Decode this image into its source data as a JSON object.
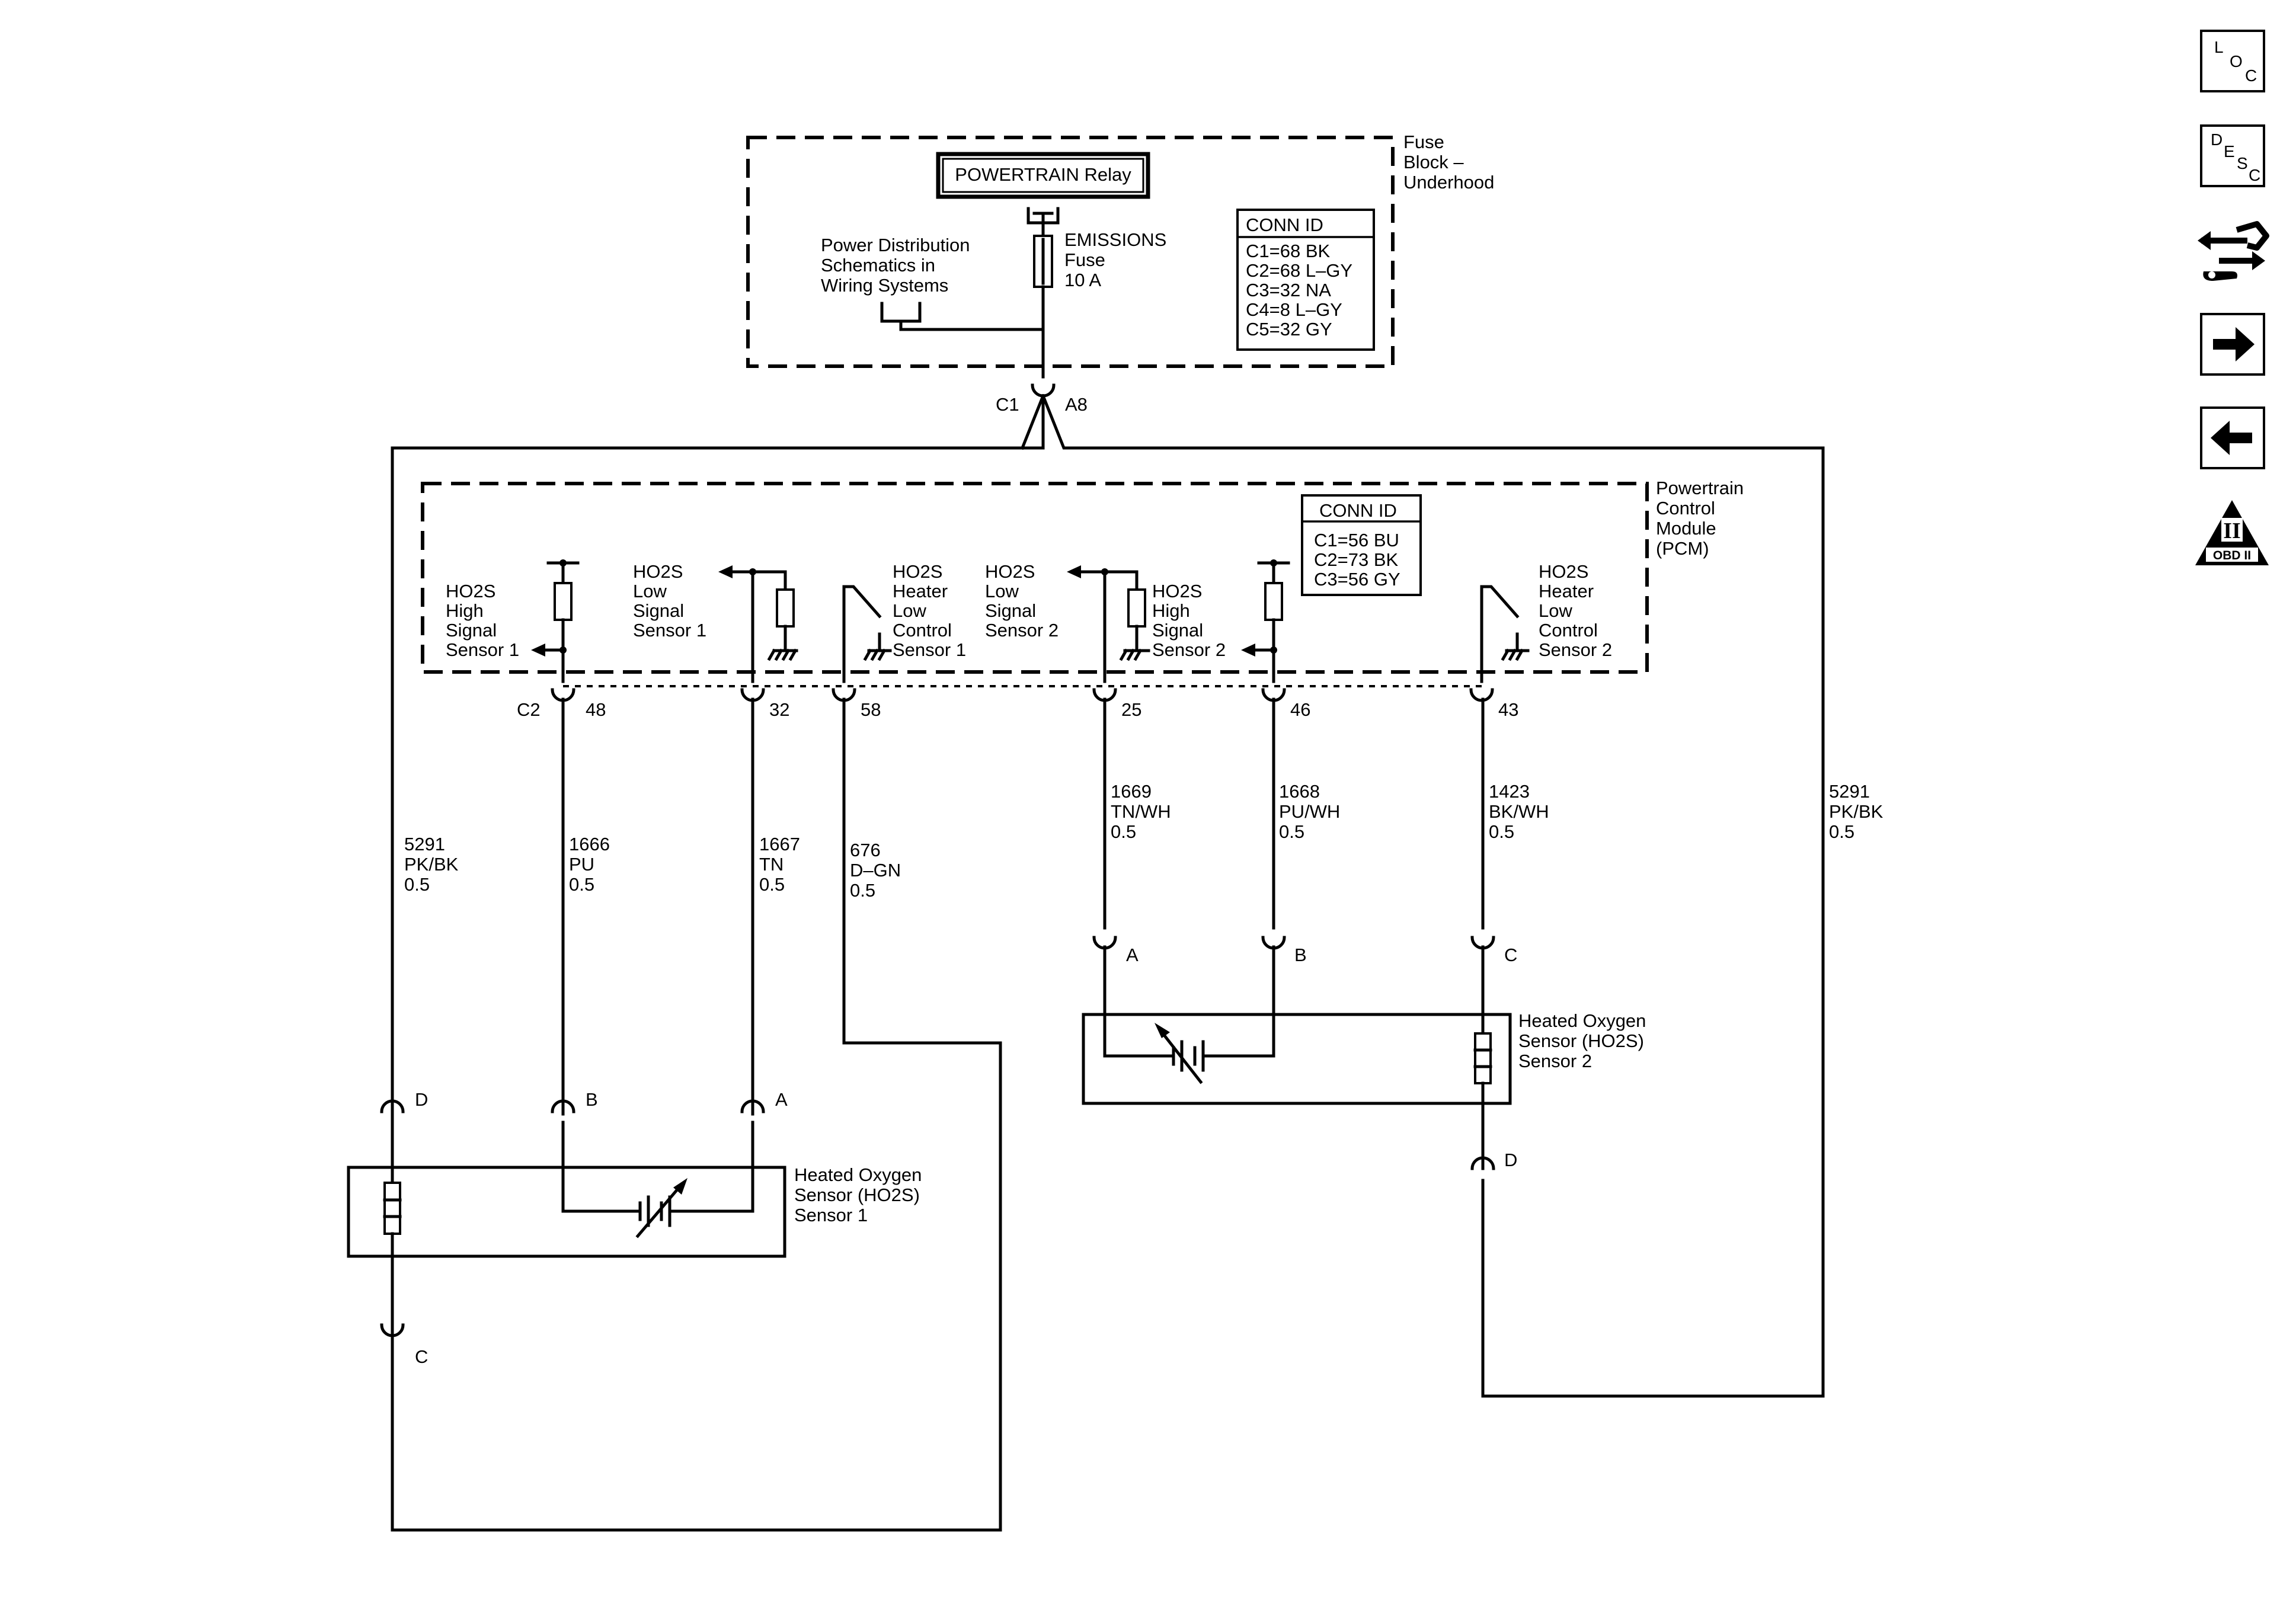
{
  "nav_icons": {
    "loc": {
      "letters": [
        "L",
        "O",
        "C"
      ]
    },
    "desc": {
      "letters": [
        "D",
        "E",
        "S",
        "C"
      ]
    },
    "schematic_icon": "connector-wrench-icon",
    "next_icon": "arrow-right-icon",
    "prev_icon": "arrow-left-icon",
    "obd_numeral": "II",
    "obd_label": "OBD II"
  },
  "fuse_block": {
    "title": [
      "Fuse",
      "Block –",
      "Underhood"
    ],
    "relay_label": "POWERTRAIN Relay",
    "fuse_label": [
      "EMISSIONS",
      "Fuse",
      "10 A"
    ],
    "power_dist_ref": [
      "Power Distribution",
      "Schematics in",
      "Wiring Systems"
    ],
    "conn_id_title": "CONN ID",
    "conn_ids": [
      "C1=68 BK",
      "C2=68 L–GY",
      "C3=32 NA",
      "C4=8 L–GY",
      "C5=32 GY"
    ],
    "connector": "C1",
    "pin": "A8"
  },
  "pcm": {
    "title": [
      "Powertrain",
      "Control",
      "Module",
      "(PCM)"
    ],
    "conn_id_title": "CONN ID",
    "conn_ids": [
      "C1=56 BU",
      "C2=73 BK",
      "C3=56 GY"
    ],
    "connector": "C2",
    "circuits": [
      {
        "label": [
          "HO2S",
          "High",
          "Signal",
          "Sensor 1"
        ],
        "pin": "48"
      },
      {
        "label": [
          "HO2S",
          "Low",
          "Signal",
          "Sensor 1"
        ],
        "pin": "32"
      },
      {
        "label": [
          "HO2S",
          "Heater",
          "Low",
          "Control",
          "Sensor 1"
        ],
        "pin": "58"
      },
      {
        "label": [
          "HO2S",
          "Low",
          "Signal",
          "Sensor 2"
        ],
        "pin": "25"
      },
      {
        "label": [
          "HO2S",
          "High",
          "Signal",
          "Sensor 2"
        ],
        "pin": "46"
      },
      {
        "label": [
          "HO2S",
          "Heater",
          "Low",
          "Control",
          "Sensor 2"
        ],
        "pin": "43"
      }
    ]
  },
  "wires": {
    "w5291_left": [
      "5291",
      "PK/BK",
      "0.5"
    ],
    "w1666": [
      "1666",
      "PU",
      "0.5"
    ],
    "w1667": [
      "1667",
      "TN",
      "0.5"
    ],
    "w676": [
      "676",
      "D–GN",
      "0.5"
    ],
    "w1669": [
      "1669",
      "TN/WH",
      "0.5"
    ],
    "w1668": [
      "1668",
      "PU/WH",
      "0.5"
    ],
    "w1423": [
      "1423",
      "BK/WH",
      "0.5"
    ],
    "w5291_right": [
      "5291",
      "PK/BK",
      "0.5"
    ]
  },
  "sensor1": {
    "title": [
      "Heated Oxygen",
      "Sensor (HO2S)",
      "Sensor 1"
    ],
    "pins": {
      "d": "D",
      "b": "B",
      "a": "A",
      "c": "C"
    }
  },
  "sensor2": {
    "title": [
      "Heated Oxygen",
      "Sensor (HO2S)",
      "Sensor 2"
    ],
    "pins": {
      "a": "A",
      "b": "B",
      "c": "C",
      "d": "D"
    }
  }
}
